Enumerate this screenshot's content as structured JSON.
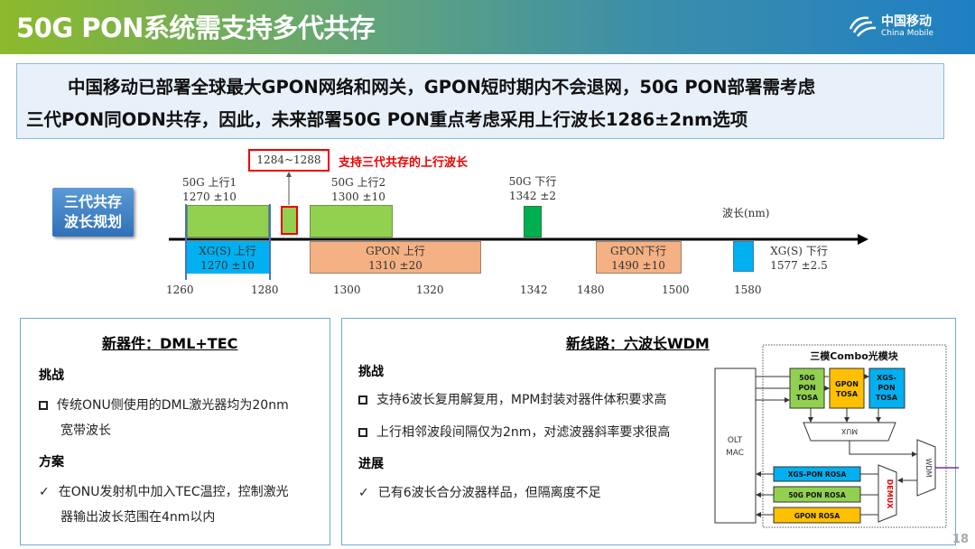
{
  "header": {
    "title": "50G PON系统需支持多代共存",
    "logo_cn": "中国移动",
    "logo_en": "China Mobile"
  },
  "intro": {
    "line1": "中国移动已部署全球最大GPON网络和网关，GPON短时期内不会退网，50G PON部署需考虑",
    "line2": "三代PON同ODN共存，因此，未来部署50G PON重点考虑采用上行波长1286±2nm选项"
  },
  "diagram": {
    "plan_label_1": "三代共存",
    "plan_label_2": "波长规划",
    "callout_range": "1284~1288",
    "callout_text": "支持三代共存的上行波长",
    "axis_label": "波长(nm)",
    "bands": [
      {
        "name": "50G 上行1",
        "value": "1270 ±10",
        "color": "#92d050"
      },
      {
        "name": "50G 上行2",
        "value": "1300 ±10",
        "color": "#92d050"
      },
      {
        "name": "50G 下行",
        "value": "1342 ±2",
        "color": "#00b050"
      },
      {
        "name": "XG(S) 上行",
        "value": "1270 ±10",
        "color": "#00b0f0"
      },
      {
        "name": "GPON 上行",
        "value": "1310 ±20",
        "color": "#f4b183"
      },
      {
        "name": "GPON下行",
        "value": "1490 ±10",
        "color": "#f4b183"
      },
      {
        "name": "XG(S) 下行",
        "value": "1577 ±2.5",
        "color": "#00b0f0"
      }
    ],
    "ticks": [
      "1260",
      "1280",
      "1300",
      "1320",
      "1342",
      "1480",
      "1500",
      "1580"
    ]
  },
  "left_panel": {
    "title": "新器件：DML+TEC",
    "challenge_label": "挑战",
    "challenge_item": "传统ONU侧使用的DML激光器均为20nm宽带波长",
    "challenge_item_a": "传统ONU侧使用的DML激光器均为20nm",
    "challenge_item_b": "宽带波长",
    "solution_label": "方案",
    "solution_item_a": "在ONU发射机中加入TEC温控，控制激光",
    "solution_item_b": "器输出波长范围在4nm以内"
  },
  "right_panel": {
    "title": "新线路：六波长WDM",
    "challenge_label": "挑战",
    "challenge_items": [
      "支持6波长复用解复用，MPM封装对器件体积要求高",
      "上行相邻波段间隔仅为2nm，对滤波器斜率要求很高"
    ],
    "progress_label": "进展",
    "progress_item": "已有6波长合分波器样品，但隔离度不足",
    "module": {
      "title": "三模Combo光模块",
      "olt_1": "OLT",
      "olt_2": "MAC",
      "tosa_50g": [
        "50G",
        "PON",
        "TOSA"
      ],
      "tosa_gpon": [
        "GPON",
        "TOSA"
      ],
      "tosa_xgs": [
        "XGS-",
        "PON",
        "TOSA"
      ],
      "mux": "MUX",
      "wdm": "WDM",
      "demux": "DEMUX",
      "rosa_xgs": "XGS-PON ROSA",
      "rosa_50g": "50G PON ROSA",
      "rosa_gpon": "GPON ROSA"
    }
  },
  "page_number": "18"
}
